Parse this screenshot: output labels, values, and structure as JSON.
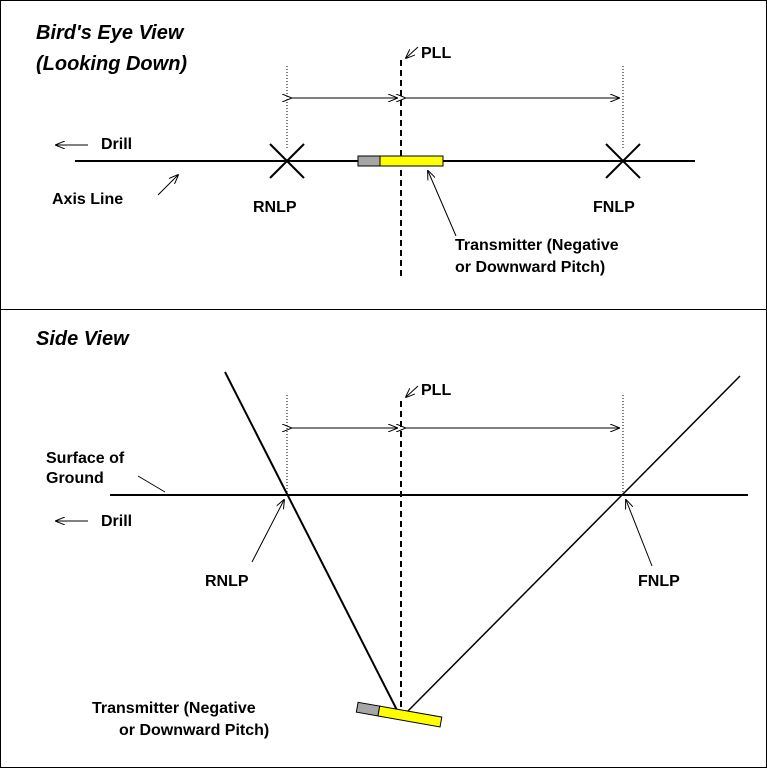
{
  "top_panel": {
    "title_line1": "Bird's Eye View",
    "title_line2": "(Looking Down)",
    "pll": "PLL",
    "drill": "Drill",
    "axis_line": "Axis Line",
    "rnlp": "RNLP",
    "fnlp": "FNLP",
    "transmitter_line1": "Transmitter (Negative",
    "transmitter_line2": "or Downward Pitch)"
  },
  "bottom_panel": {
    "title": "Side View",
    "pll": "PLL",
    "surface_line1": "Surface of",
    "surface_line2": "Ground",
    "drill": "Drill",
    "rnlp": "RNLP",
    "fnlp": "FNLP",
    "transmitter_line1": "Transmitter (Negative",
    "transmitter_line2": "or Downward Pitch)"
  },
  "colors": {
    "transmitter_body": "#ffff00",
    "transmitter_cap": "#a6a6a6",
    "line": "#000000"
  }
}
